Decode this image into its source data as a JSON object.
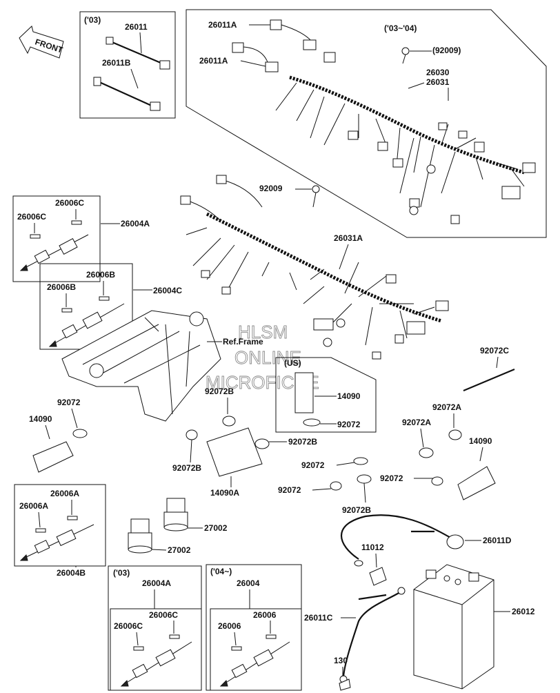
{
  "front_arrow": {
    "text": "FRONT"
  },
  "watermark": [
    "HLSM",
    "ONLINE",
    "MICROFICHE"
  ],
  "groups": {
    "year_03": "('03)",
    "year_03_04": "('03~'04)",
    "us": "(US)",
    "year_03_b": "('03)",
    "year_04_up": "('04~)"
  },
  "ref_frame": "Ref.Frame",
  "labels": {
    "p26011_top": "26011",
    "p26011b": "26011B",
    "p26011a_1": "26011A",
    "p26011a_2": "26011A",
    "p92009_paren": "(92009)",
    "p26030": "26030",
    "p26031": "26031",
    "p92009": "92009",
    "p26031a": "26031A",
    "p26006c_1": "26006C",
    "p26006c_2": "26006C",
    "p26004a": "26004A",
    "p26006b_1": "26006B",
    "p26006b_2": "26006B",
    "p26004c": "26004C",
    "p92072c": "92072C",
    "p92072_l": "92072",
    "p14090_l": "14090",
    "p92072b_1": "92072B",
    "p14090_us": "14090",
    "p92072_us": "92072",
    "p92072a_1": "92072A",
    "p92072a_2": "92072A",
    "p14090_r": "14090",
    "p92072b_2": "92072B",
    "p92072b_3": "92072B",
    "p14090a": "14090A",
    "p92072_c1": "92072",
    "p92072_c2": "92072",
    "p92072_c3": "92072",
    "p92072b_4": "92072B",
    "p26006a_1": "26006A",
    "p26006a_2": "26006A",
    "p26004b": "26004B",
    "p27002_1": "27002",
    "p27002_2": "27002",
    "p26011d": "26011D",
    "p11012": "11012",
    "p26004a_b": "26004A",
    "p26006c_3": "26006C",
    "p26006c_4": "26006C",
    "p26004": "26004",
    "p26006_1": "26006",
    "p26006_2": "26006",
    "p26011c": "26011C",
    "p26012": "26012",
    "p130": "130"
  }
}
